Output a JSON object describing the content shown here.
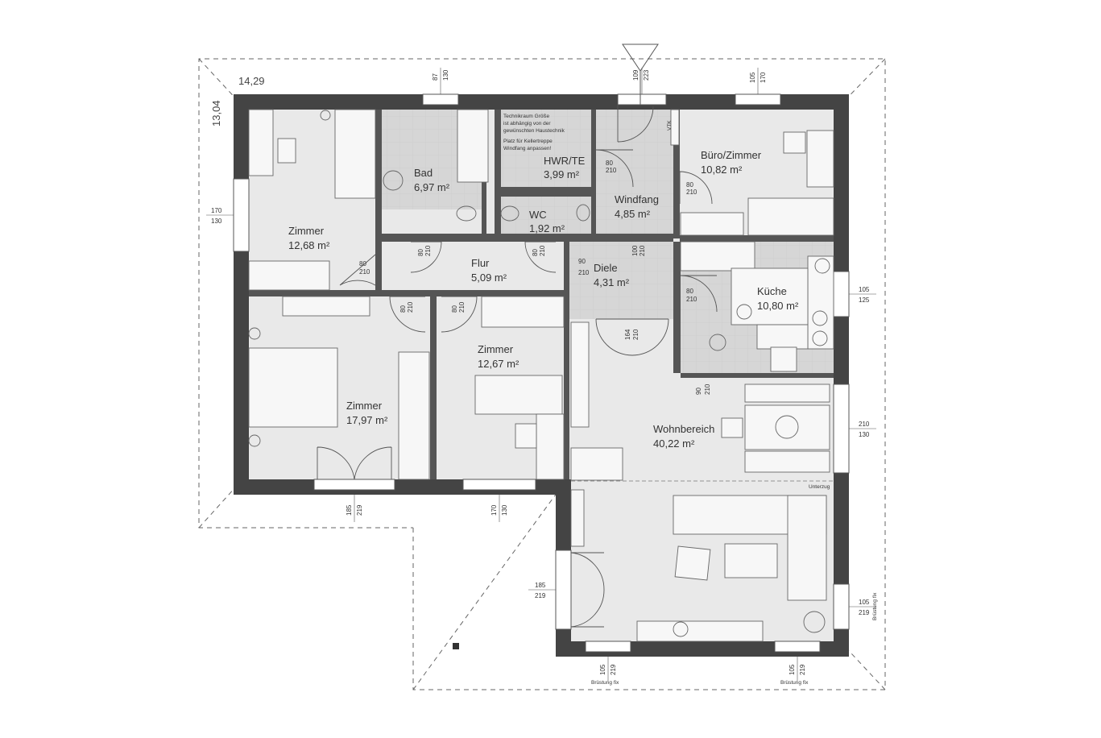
{
  "overall": {
    "width": "14,29",
    "depth": "13,04"
  },
  "rooms": {
    "zimmer_nw": {
      "name": "Zimmer",
      "area": "12,68 m²"
    },
    "bad": {
      "name": "Bad",
      "area": "6,97 m²"
    },
    "hwr": {
      "name": "HWR/TE",
      "area": "3,99 m²"
    },
    "wc": {
      "name": "WC",
      "area": "1,92 m²"
    },
    "windfang": {
      "name": "Windfang",
      "area": "4,85 m²"
    },
    "buero": {
      "name": "Büro/Zimmer",
      "area": "10,82 m²"
    },
    "flur": {
      "name": "Flur",
      "area": "5,09 m²"
    },
    "diele": {
      "name": "Diele",
      "area": "4,31 m²"
    },
    "kueche": {
      "name": "Küche",
      "area": "10,80 m²"
    },
    "zimmer_sw": {
      "name": "Zimmer",
      "area": "17,97 m²"
    },
    "zimmer_mid": {
      "name": "Zimmer",
      "area": "12,67 m²"
    },
    "wohnbereich": {
      "name": "Wohnbereich",
      "area": "40,22 m²"
    }
  },
  "note": {
    "line1": "Technikraum Größe",
    "line2": "ist abhängig von der",
    "line3": "gewünschten Haustechnik",
    "line4": "Platz für Kellertreppe",
    "line5": "Windfang anpassen!"
  },
  "labels": {
    "vtk": "VTK",
    "unterzug": "Unterzug",
    "bruestung_fix": "Brüstung fix"
  },
  "windows": {
    "top_bad": [
      "87",
      "130"
    ],
    "top_entry": [
      "109",
      "223"
    ],
    "top_buero": [
      "105",
      "170"
    ],
    "left_zimmer": [
      "170",
      "130"
    ],
    "right_kueche": [
      "105",
      "125"
    ],
    "right_wohn": [
      "210",
      "130"
    ],
    "right_wohn2": [
      "105",
      "219"
    ],
    "bottom_sw": [
      "185",
      "219"
    ],
    "bottom_mid": [
      "170",
      "130"
    ],
    "left_wohn": [
      "185",
      "219"
    ],
    "bottom_wohn1": [
      "105",
      "219"
    ],
    "bottom_wohn2": [
      "105",
      "219"
    ]
  },
  "doors": {
    "zimmer_nw": [
      "80",
      "210"
    ],
    "bad": [
      "80",
      "210"
    ],
    "wc": [
      "80",
      "210"
    ],
    "hwr": [
      "80",
      "210"
    ],
    "buero": [
      "80",
      "210"
    ],
    "flur_diele": [
      "90",
      "210"
    ],
    "diele_windfang": [
      "100",
      "210"
    ],
    "kueche": [
      "80",
      "210"
    ],
    "zimmer_sw": [
      "80",
      "210"
    ],
    "zimmer_mid": [
      "80",
      "210"
    ],
    "wohn": [
      "164",
      "210"
    ],
    "kueche_wohn": [
      "90",
      "210"
    ]
  },
  "colors": {
    "wall": "#444444",
    "floor": "#e6e6e6",
    "tile": "#d8d8d8",
    "line": "#555555"
  }
}
